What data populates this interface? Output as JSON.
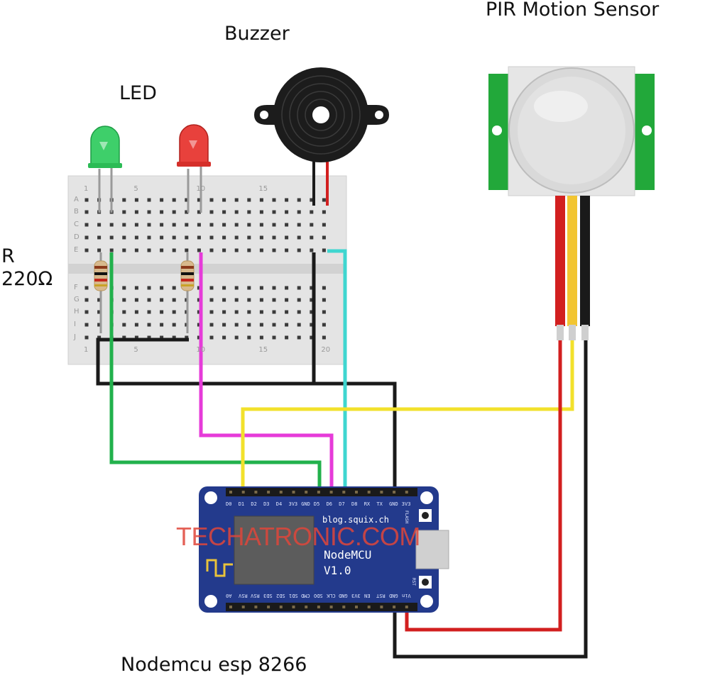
{
  "labels": {
    "buzzer": "Buzzer",
    "pir": "PIR Motion Sensor",
    "led": "LED",
    "resistor_line1": "R",
    "resistor_line2": "220Ω",
    "mcu_caption": "Nodemcu esp 8266"
  },
  "watermark": "TECHATRONIC.COM",
  "board": {
    "website": "blog.squix.ch",
    "model": "NodeMCU",
    "version": "V1.0",
    "flash": "FLASH",
    "rst": "RST",
    "top_pins": [
      "D0",
      "D1",
      "D2",
      "D3",
      "D4",
      "3V3",
      "GND",
      "D5",
      "D6",
      "D7",
      "D8",
      "RX",
      "TX",
      "GND",
      "3V3"
    ],
    "bottom_pins": [
      "A0",
      "RSV",
      "RSV",
      "SD3",
      "SD2",
      "SD1",
      "CMD",
      "SDO",
      "CLK",
      "GND",
      "3V3",
      "EN",
      "RST",
      "GND",
      "Vin"
    ]
  },
  "breadboard": {
    "rows": [
      "A",
      "B",
      "C",
      "D",
      "E",
      "F",
      "G",
      "H",
      "I",
      "J"
    ],
    "top_numbers": [
      "1",
      "5",
      "10",
      "15"
    ],
    "bottom_numbers": [
      "1",
      "5",
      "10",
      "15",
      "20"
    ]
  },
  "colors": {
    "wire_green": "#22b14c",
    "wire_magenta": "#e63bd9",
    "wire_cyan": "#3fd6d0",
    "wire_yellow": "#f2e12b",
    "wire_red": "#d21f1f",
    "wire_black": "#1a1a1a",
    "board_blue": "#233a8c",
    "pir_green": "#22a83a"
  }
}
